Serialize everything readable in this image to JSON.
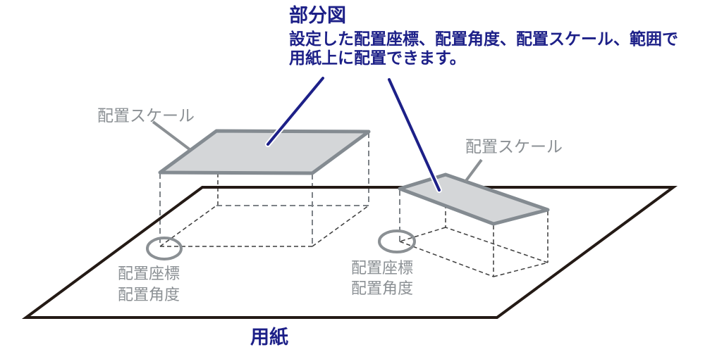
{
  "title": {
    "heading": "部分図",
    "description": [
      "設定した配置座標、配置角度、配置スケール、範囲で",
      "用紙上に配置できます。"
    ]
  },
  "callouts": {
    "left_scale_label": "配置スケール",
    "right_scale_label": "配置スケール",
    "left_origin_label_line1": "配置座標",
    "left_origin_label_line2": "配置角度",
    "right_origin_label_line1": "配置座標",
    "right_origin_label_line2": "配置角度"
  },
  "paper_label": "用紙",
  "colors": {
    "accent_navy": "#1d2088",
    "label_gray": "#8b9094",
    "panel_fill": "#d4d6d8",
    "panel_border": "#848b91",
    "paper_outline": "#241a15",
    "dashed_projection": "#7d8287",
    "dashed_footprint": "#3d3d3d",
    "background": "#ffffff"
  }
}
